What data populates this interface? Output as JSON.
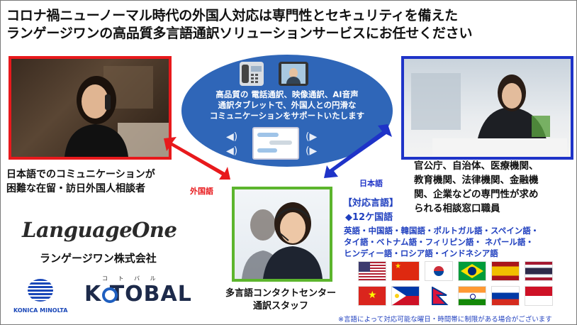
{
  "header": {
    "line1": "コロナ禍ニューノーマル時代の外国人対応は専門性とセキュリティを備えた",
    "line2": "ランゲージワンの高品質多言語通訳ソリューションサービスにお任せください"
  },
  "center_bubble": {
    "line1": "高品質の 電話通訳、映像通訳、AI音声",
    "line2": "通訳タブレットで、外国人との円滑な",
    "line3": "コミュニケーションをサポートいたします"
  },
  "left_caption": {
    "line1": "日本語でのコミュニケーションが",
    "line2": "困難な在留・訪日外国人相談者"
  },
  "right_caption": {
    "line1": "官公庁、自治体、医療機関、",
    "line2": "教育機関、法律機関、金融機",
    "line3": "関、企業などの専門性が求め",
    "line4": "られる相談窓口職員"
  },
  "arrow_labels": {
    "foreign": "外国語",
    "japanese": "日本語"
  },
  "languages": {
    "heading": "【対応言語】",
    "count": "◆12ケ国語",
    "line1": "英語・中国語・韓国語・ポルトガル語・スペイン語・",
    "line2": "タイ語・ベトナム語・フィリピン語・ ネパール語・",
    "line3": "ヒンディー語・ロシア語・インドネシア語"
  },
  "center_caption": {
    "line1": "多言語コンタクトセンター",
    "line2": "通訳スタッフ"
  },
  "footnote": "※言語によって対応可能な曜日・時間帯に制限がある場合がございます",
  "brand": {
    "languageone": "LanguageOne",
    "company": "ランゲージワン株式会社",
    "konica": "KONICA MINOLTA",
    "kotobal_ruby": "コ ト バ ル",
    "kotobal": "K TOBAL"
  },
  "flags": [
    "us-flag",
    "china-flag",
    "korea-flag",
    "brazil-flag",
    "spain-flag",
    "thailand-flag",
    "vietnam-flag",
    "philippines-flag",
    "nepal-flag",
    "india-flag",
    "russia-flag",
    "indonesia-flag"
  ],
  "colors": {
    "red_frame": "#e8191c",
    "blue_frame": "#1e33c8",
    "green_frame": "#5cb52d",
    "bubble": "#2f66b8",
    "lang_blue": "#1f3fbf"
  }
}
